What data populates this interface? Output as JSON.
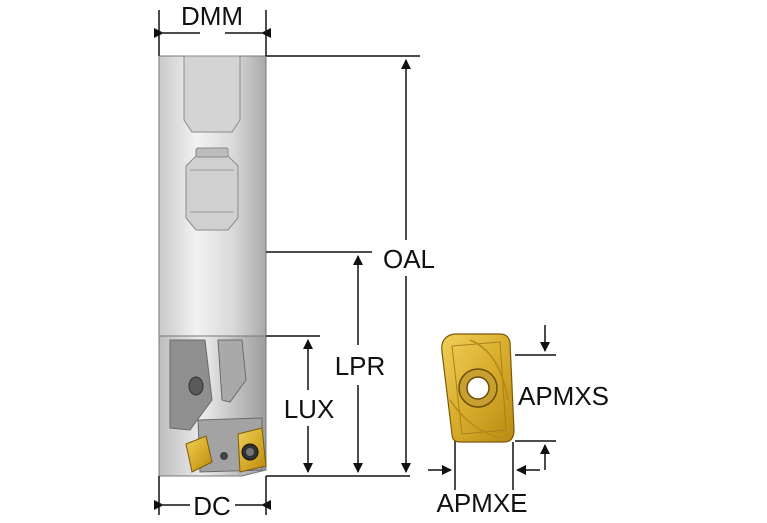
{
  "labels": {
    "dmm": "DMM",
    "oal": "OAL",
    "lpr": "LPR",
    "lux": "LUX",
    "dc": "DC",
    "apmxs": "APMXS",
    "apmxe": "APMXE"
  },
  "colors": {
    "shank_light": "#eeeeee",
    "shank_mid": "#cfcfcf",
    "shank_dark": "#9a9a9a",
    "insert_gold": "#d9b13a",
    "insert_dark": "#8a6a10",
    "line": "#111111"
  }
}
